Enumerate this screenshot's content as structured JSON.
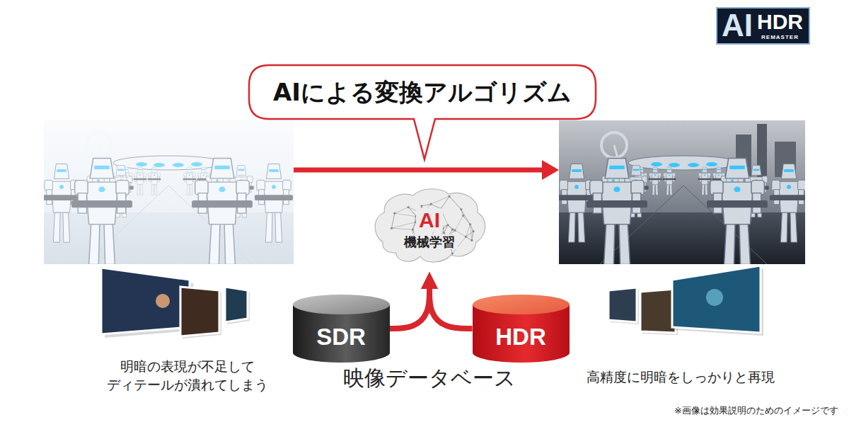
{
  "diagram": {
    "nodes": [
      {
        "text": [
          "AI",
          "HDR",
          "REMASTER"
        ]
      },
      {
        "text": [
          "AIによる変換アルゴリズム"
        ]
      },
      {
        "text": [
          "AI",
          "機械学習"
        ]
      },
      {
        "text": [
          "SDR"
        ]
      },
      {
        "text": [
          "HDR"
        ]
      }
    ],
    "edges": [
      {
        "from": 3,
        "to": 2,
        "arrow": "to"
      },
      {
        "from": 4,
        "to": 2,
        "arrow": "to"
      }
    ],
    "labels": [
      "明暗の表現が不足して ディテールが潰れてしまう",
      "映像データベース",
      "高精度に明暗をしっかりと再現",
      "※画像は効果説明のためのイメージです"
    ]
  }
}
